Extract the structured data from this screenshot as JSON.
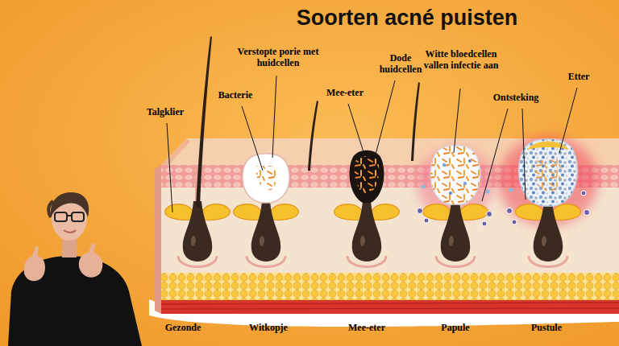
{
  "diagram": {
    "title": "Soorten acné puisten",
    "labels": [
      "Talgklier",
      "Bacterie",
      "Verstopte porie met huidcellen",
      "Mee-eter",
      "Dode huidcellen",
      "Witte bloedcellen vallen infectie aan",
      "Ontsteking",
      "Etter",
      "Gezonde",
      "Witkopje",
      "Mee-eter",
      "Papule",
      "Pustule"
    ]
  }
}
